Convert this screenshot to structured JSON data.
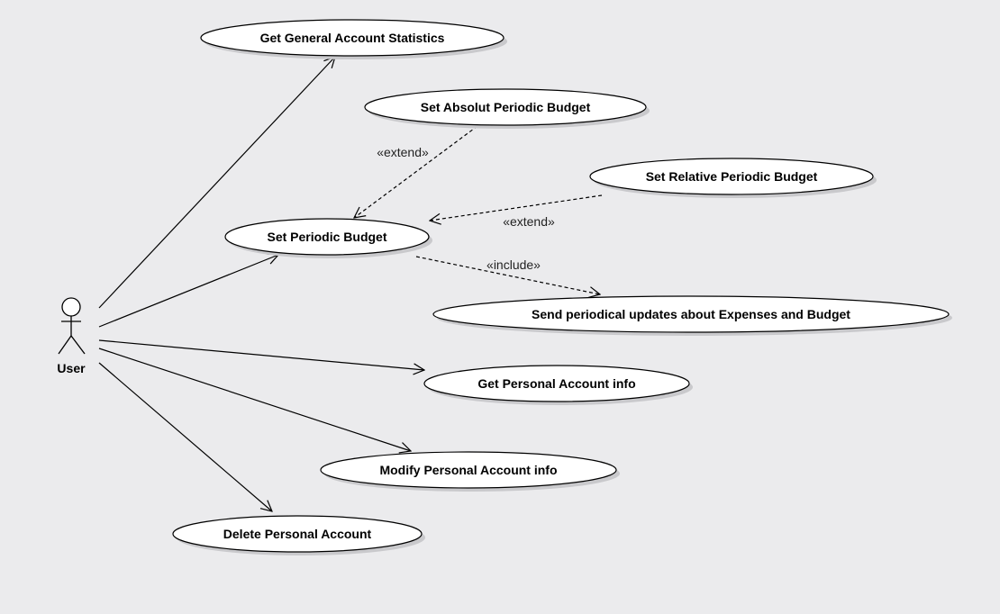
{
  "actor": {
    "name": "User"
  },
  "use_cases": {
    "general_stats": "Get General Account Statistics",
    "absolut_budget": "Set Absolut Periodic Budget",
    "relative_budget": "Set Relative Periodic Budget",
    "periodic_budget": "Set Periodic Budget",
    "periodical_updates": "Send periodical updates about Expenses and Budget",
    "personal_info": "Get Personal Account info",
    "modify_info": "Modify Personal Account info",
    "delete_account": "Delete Personal Account"
  },
  "relations": {
    "extend_absolut": "«extend»",
    "extend_relative": "«extend»",
    "include_updates": "«include»"
  },
  "colors": {
    "background": "#ebebed",
    "ellipse_fill": "#ffffff",
    "line": "#000000",
    "shadow": "#c9c9cc"
  }
}
